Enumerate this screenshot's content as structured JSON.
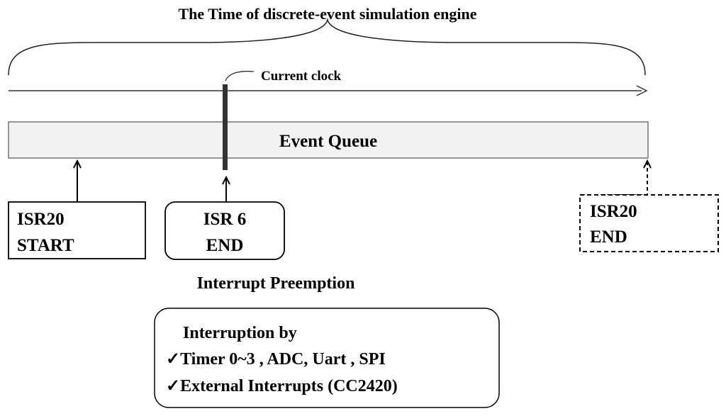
{
  "title": "The Time of discrete-event simulation engine",
  "timeline": {
    "current_clock_label": "Current clock"
  },
  "event_queue": {
    "label": "Event Queue"
  },
  "events": [
    {
      "line1": "ISR20",
      "line2": "START"
    },
    {
      "line1": "ISR 6",
      "line2": "END"
    },
    {
      "line1": "ISR20",
      "line2": "END"
    }
  ],
  "preemption": {
    "heading": "Interrupt Preemption",
    "box_title": "Interruption by",
    "items": [
      "✓Timer 0~3 , ADC, Uart , SPI",
      "✓External Interrupts (CC2420)"
    ]
  }
}
